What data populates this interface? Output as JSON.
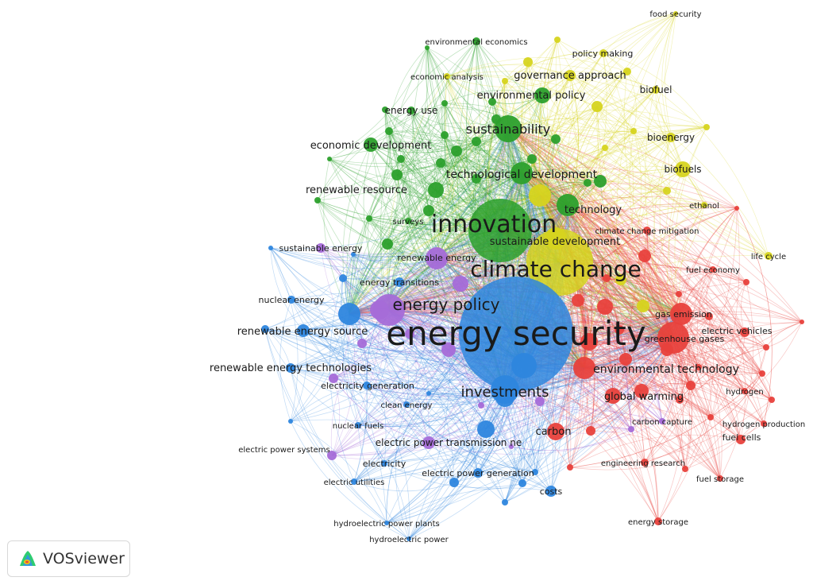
{
  "app": {
    "name": "VOSviewer"
  },
  "colors": {
    "red": "#e8413c",
    "green": "#2ca02c",
    "blue": "#2e86de",
    "yellow": "#d6d41f",
    "purple": "#a56bd8"
  },
  "network": {
    "nodes": [
      {
        "id": "energy-security",
        "label": "energy security",
        "cluster": "blue",
        "weight": 100
      },
      {
        "id": "climate-change",
        "label": "climate change",
        "cluster": "yellow",
        "weight": 60
      },
      {
        "id": "innovation",
        "label": "innovation",
        "cluster": "green",
        "weight": 60
      },
      {
        "id": "energy-policy",
        "label": "energy policy",
        "cluster": "purple",
        "weight": 35
      },
      {
        "id": "investments",
        "label": "investments",
        "cluster": "blue",
        "weight": 25
      },
      {
        "id": "sustainability",
        "label": "sustainability",
        "cluster": "green",
        "weight": 24
      },
      {
        "id": "environmental-technology",
        "label": "environmental technology",
        "cluster": "red",
        "weight": 22
      },
      {
        "id": "sustainable-development",
        "label": "sustainable development",
        "cluster": "yellow",
        "weight": 20
      },
      {
        "id": "greenhouse-gases",
        "label": "greenhouse gases",
        "cluster": "red",
        "weight": 22
      },
      {
        "id": "global-warming",
        "label": "global warming",
        "cluster": "red",
        "weight": 18
      },
      {
        "id": "technological-development",
        "label": "technological development",
        "cluster": "green",
        "weight": 18
      },
      {
        "id": "technology",
        "label": "technology",
        "cluster": "green",
        "weight": 17
      },
      {
        "id": "renewable-resource",
        "label": "renewable resource",
        "cluster": "green",
        "weight": 16
      },
      {
        "id": "renewable-energy-source",
        "label": "renewable energy source",
        "cluster": "blue",
        "weight": 16
      },
      {
        "id": "environmental-policy",
        "label": "environmental policy",
        "cluster": "green",
        "weight": 15
      },
      {
        "id": "economic-development",
        "label": "economic development",
        "cluster": "green",
        "weight": 14
      },
      {
        "id": "renewable-energy",
        "label": "renewable energy",
        "cluster": "purple",
        "weight": 14
      },
      {
        "id": "gas-emission",
        "label": "gas emission",
        "cluster": "red",
        "weight": 15
      },
      {
        "id": "carbon",
        "label": "carbon",
        "cluster": "red",
        "weight": 15
      },
      {
        "id": "renewable-energy-technologies",
        "label": "renewable energy technologies",
        "cluster": "blue",
        "weight": 13
      },
      {
        "id": "governance-approach",
        "label": "governance approach",
        "cluster": "yellow",
        "weight": 12
      },
      {
        "id": "bioenergy",
        "label": "bioenergy",
        "cluster": "yellow",
        "weight": 12
      },
      {
        "id": "biofuels",
        "label": "biofuels",
        "cluster": "yellow",
        "weight": 12
      },
      {
        "id": "biofuel",
        "label": "biofuel",
        "cluster": "yellow",
        "weight": 11
      },
      {
        "id": "energy-use",
        "label": "energy use",
        "cluster": "green",
        "weight": 11
      },
      {
        "id": "electric-power-transmission",
        "label": "electric power transmission ne",
        "cluster": "purple",
        "weight": 11
      },
      {
        "id": "electricity-generation",
        "label": "electricity generation",
        "cluster": "blue",
        "weight": 11
      },
      {
        "id": "energy-transitions",
        "label": "energy transitions",
        "cluster": "blue",
        "weight": 10
      },
      {
        "id": "electric-power-generation",
        "label": "electric power generation",
        "cluster": "blue",
        "weight": 10
      },
      {
        "id": "policy-making",
        "label": "policy making",
        "cluster": "yellow",
        "weight": 10
      },
      {
        "id": "economic-analysis",
        "label": "economic analysis",
        "cluster": "yellow",
        "weight": 9
      },
      {
        "id": "environmental-economics",
        "label": "environmental economics",
        "cluster": "green",
        "weight": 9
      },
      {
        "id": "climate-change-mitigation",
        "label": "climate change mitigation",
        "cluster": "red",
        "weight": 9
      },
      {
        "id": "sustainable-energy",
        "label": "sustainable energy",
        "cluster": "purple",
        "weight": 9
      },
      {
        "id": "nuclear-energy",
        "label": "nuclear energy",
        "cluster": "blue",
        "weight": 9
      },
      {
        "id": "clean-energy",
        "label": "clean energy",
        "cluster": "blue",
        "weight": 8
      },
      {
        "id": "nuclear-fuels",
        "label": "nuclear fuels",
        "cluster": "blue",
        "weight": 8
      },
      {
        "id": "electric-power-systems",
        "label": "electric power systems",
        "cluster": "purple",
        "weight": 8
      },
      {
        "id": "electricity",
        "label": "electricity",
        "cluster": "blue",
        "weight": 8
      },
      {
        "id": "electric-utilities",
        "label": "electric utilities",
        "cluster": "blue",
        "weight": 8
      },
      {
        "id": "costs",
        "label": "costs",
        "cluster": "blue",
        "weight": 9
      },
      {
        "id": "hydroelectric-power-plants",
        "label": "hydroelectric power plants",
        "cluster": "blue",
        "weight": 8
      },
      {
        "id": "hydroelectric-power",
        "label": "hydroelectric power",
        "cluster": "blue",
        "weight": 8
      },
      {
        "id": "surveys",
        "label": "surveys",
        "cluster": "green",
        "weight": 8
      },
      {
        "id": "fuel-economy",
        "label": "fuel economy",
        "cluster": "red",
        "weight": 8
      },
      {
        "id": "electric-vehicles",
        "label": "electric vehicles",
        "cluster": "red",
        "weight": 9
      },
      {
        "id": "hydrogen",
        "label": "hydrogen",
        "cluster": "red",
        "weight": 8
      },
      {
        "id": "hydrogen-production",
        "label": "hydrogen production",
        "cluster": "red",
        "weight": 8
      },
      {
        "id": "fuel-cells",
        "label": "fuel cells",
        "cluster": "red",
        "weight": 9
      },
      {
        "id": "carbon-capture",
        "label": "carbon capture",
        "cluster": "purple",
        "weight": 8
      },
      {
        "id": "engineering-research",
        "label": "engineering research",
        "cluster": "red",
        "weight": 8
      },
      {
        "id": "fuel-storage",
        "label": "fuel storage",
        "cluster": "red",
        "weight": 8
      },
      {
        "id": "energy-storage",
        "label": "energy storage",
        "cluster": "red",
        "weight": 8
      },
      {
        "id": "ethanol",
        "label": "ethanol",
        "cluster": "yellow",
        "weight": 8
      },
      {
        "id": "life-cycle",
        "label": "life cycle",
        "cluster": "yellow",
        "weight": 8
      },
      {
        "id": "food-security",
        "label": "food security",
        "cluster": "yellow",
        "weight": 8
      }
    ]
  }
}
